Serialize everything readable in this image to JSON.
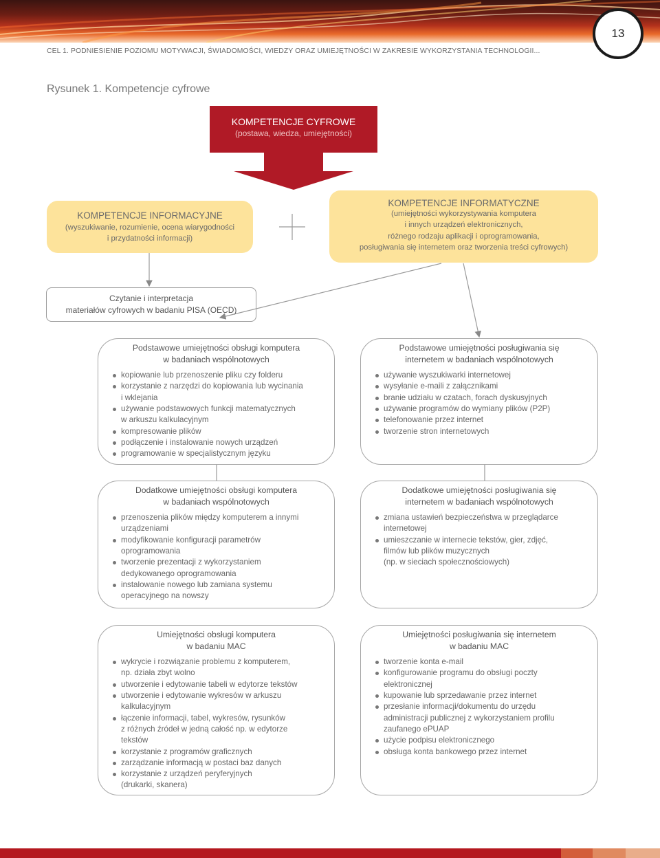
{
  "header": {
    "page_number": "13",
    "running_head": "CEL 1. PODNIESIENIE POZIOMU MOTYWACJI, ŚWIADOMOŚCI, WIEDZY ORAZ UMIEJĘTNOŚCI W ZAKRESIE WYKORZYSTANIA TECHNOLOGII..."
  },
  "figure": {
    "caption": "Rysunek 1. Kompetencje cyfrowe"
  },
  "top": {
    "title": "KOMPETENCJE CYFROWE",
    "subtitle": "(postawa, wiedza, umiejętności)"
  },
  "left_pill": {
    "title": "KOMPETENCJE INFORMACYJNE",
    "line1": "(wyszukiwanie, rozumienie, ocena wiarygodności",
    "line2": "i przydatności informacji)"
  },
  "right_pill": {
    "title": "KOMPETENCJE INFORMATYCZNE",
    "line1": "(umiejętności wykorzystywania komputera",
    "line2": "i innych urządzeń elektronicznych,",
    "line3": "różnego rodzaju aplikacji i oprogramowania,",
    "line4": "posługiwania się internetem oraz tworzenia treści cyfrowych)"
  },
  "reading_box": {
    "line1": "Czytanie i interpretacja",
    "line2": "materiałów cyfrowych w badaniu PISA (OECD)"
  },
  "cards": {
    "basic_computer": {
      "title1": "Podstawowe umiejętności obsługi komputera",
      "title2": "w  badaniach wspólnotowych",
      "items": [
        "kopiowanie lub przenoszenie pliku czy folderu",
        "korzystanie z narzędzi do kopiowania lub wycinania",
        "i wklejania",
        "używanie podstawowych funkcji matematycznych",
        "w arkuszu kalkulacyjnym",
        "kompresowanie plików",
        "podłączenie i instalowanie nowych urządzeń",
        "programowanie w specjalistycznym języku"
      ]
    },
    "basic_internet": {
      "title1": "Podstawowe umiejętności posługiwania się",
      "title2": "internetem w badaniach wspólnotowych",
      "items": [
        "używanie wyszukiwarki internetowej",
        "wysyłanie e-maili z załącznikami",
        "branie udziału w czatach, forach dyskusyjnych",
        "używanie programów do wymiany plików (P2P)",
        "telefonowanie przez internet",
        "tworzenie stron internetowych"
      ]
    },
    "extra_computer": {
      "title1": "Dodatkowe umiejętności obsługi komputera",
      "title2": "w badaniach wspólnotowych",
      "items": [
        "przenoszenia plików między komputerem a innymi",
        "urządzeniami",
        "modyfikowanie konfiguracji parametrów",
        "oprogramowania",
        "tworzenie prezentacji z wykorzystaniem",
        "dedykowanego oprogramowania",
        "instalowanie nowego lub zamiana systemu",
        "operacyjnego na nowszy"
      ]
    },
    "extra_internet": {
      "title1": "Dodatkowe umiejętności posługiwania się",
      "title2": "internetem w badaniach wspólnotowych",
      "items": [
        "zmiana ustawień bezpieczeństwa w przeglądarce",
        "internetowej",
        "umieszczanie w internecie tekstów, gier, zdjęć,",
        "filmów lub plików muzycznych",
        "(np. w sieciach społecznościowych)"
      ]
    },
    "mac_computer": {
      "title1": "Umiejętności obsługi komputera",
      "title2": "w badaniu MAC",
      "items": [
        "wykrycie i rozwiązanie problemu z komputerem,",
        "np. działa zbyt wolno",
        "utworzenie i edytowanie tabeli w edytorze tekstów",
        "utworzenie i edytowanie wykresów w arkuszu",
        "kalkulacyjnym",
        "łączenie informacji, tabel, wykresów, rysunków",
        "z różnych źródeł w jedną całość np. w edytorze",
        "tekstów",
        "korzystanie z programów graficznych",
        "zarządzanie informacją w postaci baz danych",
        "korzystanie z urządzeń peryferyjnych",
        "(drukarki, skanera)"
      ]
    },
    "mac_internet": {
      "title1": "Umiejętności posługiwania się internetem",
      "title2": "w badaniu MAC",
      "items": [
        "tworzenie konta e-mail",
        "konfigurowanie programu do obsługi poczty",
        "elektronicznej",
        "kupowanie lub sprzedawanie przez internet",
        "przesłanie informacji/dokumentu do urzędu",
        "administracji publicznej z wykorzystaniem profilu",
        "zaufanego ePUAP",
        "użycie podpisu elektronicznego",
        "obsługa konta bankowego przez internet"
      ]
    }
  },
  "bullet_flags": {
    "basic_computer": [
      1,
      1,
      0,
      1,
      0,
      1,
      1,
      1
    ],
    "basic_internet": [
      1,
      1,
      1,
      1,
      1,
      1
    ],
    "extra_computer": [
      1,
      0,
      1,
      0,
      1,
      0,
      1,
      0
    ],
    "extra_internet": [
      1,
      0,
      1,
      0,
      0
    ],
    "mac_computer": [
      1,
      0,
      1,
      1,
      0,
      1,
      0,
      0,
      1,
      1,
      1,
      0
    ],
    "mac_internet": [
      1,
      1,
      0,
      1,
      1,
      0,
      0,
      1,
      1
    ]
  },
  "colors": {
    "accent_red": "#b01a26",
    "pill_yellow": "#fde39b",
    "border_gray": "#a5a5a5"
  }
}
